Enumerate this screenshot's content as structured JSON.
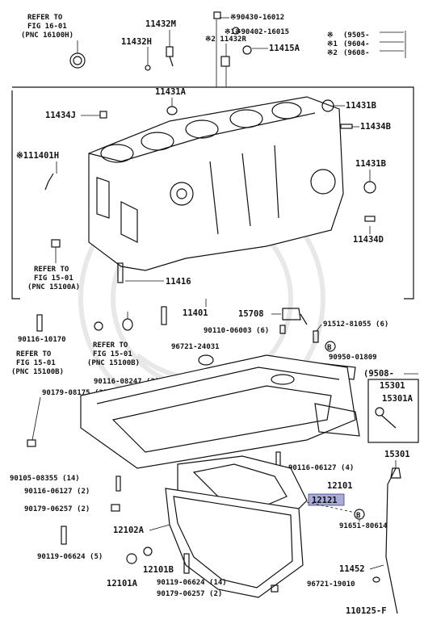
{
  "diagram": {
    "ref_16": [
      "REFER TO",
      "FIG 16-01",
      "(PNC 16100H)"
    ],
    "ref_15a": [
      "REFER TO",
      "FIG 15-01",
      "(PNC 15100A)"
    ],
    "ref_15b_left": [
      "REFER TO",
      "FIG 15-01",
      "(PNC 15100B)"
    ],
    "ref_15b_right": [
      "REFER TO",
      "FIG 15-01",
      "(PNC 15100B)"
    ],
    "legend": {
      "rows": [
        {
          "mark": "※",
          "text": "(9505-"
        },
        {
          "mark": "※1",
          "text": "(9604-"
        },
        {
          "mark": "※2",
          "text": "(9608-"
        }
      ]
    },
    "top_parts": [
      {
        "key": "p11432m",
        "text": "11432M"
      },
      {
        "key": "p11432h",
        "text": "11432H"
      },
      {
        "key": "p90430",
        "text": "※90430-16012"
      },
      {
        "key": "p90402",
        "text": "※1※90402-16015"
      },
      {
        "key": "p11432r",
        "text": "※2 11432R"
      },
      {
        "key": "p11415a",
        "text": "11415A"
      }
    ],
    "block_parts": [
      {
        "key": "p11431a",
        "text": "11431A"
      },
      {
        "key": "p11431b_1",
        "text": "11431B"
      },
      {
        "key": "p11434j",
        "text": "11434J"
      },
      {
        "key": "p11434b",
        "text": "11434B"
      },
      {
        "key": "p11401h",
        "text": "※111401H"
      },
      {
        "key": "p11431b_2",
        "text": "11431B"
      },
      {
        "key": "p11434d",
        "text": "11434D"
      },
      {
        "key": "p11416",
        "text": "11416"
      }
    ],
    "pan_parts": [
      {
        "key": "p11401",
        "text": "11401"
      },
      {
        "key": "p15708",
        "text": "15708"
      },
      {
        "key": "p90116_10170",
        "text": "90116-10170"
      },
      {
        "key": "p90110_06003",
        "text": "90110-06003 (6)"
      },
      {
        "key": "p91512",
        "text": "91512-81055 (6)"
      },
      {
        "key": "p96721_24031",
        "text": "96721-24031"
      },
      {
        "key": "p90950",
        "text": "90950-01809"
      },
      {
        "key": "p9508",
        "text": "(9508-"
      },
      {
        "key": "p90116_08247",
        "text": "90116-08247 (2)"
      },
      {
        "key": "p15301_box",
        "text": "15301"
      },
      {
        "key": "p15301a",
        "text": "15301A"
      },
      {
        "key": "p90179_08175",
        "text": "90179-08175 (2)"
      },
      {
        "key": "p90105_08355",
        "text": "90105-08355 (14)"
      },
      {
        "key": "p90116_06127_l",
        "text": "90116-06127 (2)"
      },
      {
        "key": "p90116_06127_r",
        "text": "90116-06127 (4)"
      },
      {
        "key": "p15301",
        "text": "15301"
      },
      {
        "key": "p90179_06257_l",
        "text": "90179-06257 (2)"
      },
      {
        "key": "p12101",
        "text": "12101"
      },
      {
        "key": "p12121",
        "text": "12121"
      },
      {
        "key": "p12102a",
        "text": "12102A"
      },
      {
        "key": "p91651",
        "text": "91651-80614"
      },
      {
        "key": "p90119_06624_l",
        "text": "90119-06624 (5)"
      },
      {
        "key": "p12101b",
        "text": "12101B"
      },
      {
        "key": "p11452",
        "text": "11452"
      },
      {
        "key": "p12101a",
        "text": "12101A"
      },
      {
        "key": "p90119_06624_r",
        "text": "90119-06624 (14)"
      },
      {
        "key": "p96721_19010",
        "text": "96721-19010"
      },
      {
        "key": "p90179_06257_r",
        "text": "90179-06257 (2)"
      }
    ],
    "b_marker": "B",
    "highlighted_part": "12121",
    "highlight_color": "#a8acd6",
    "figure_id": "110125-F"
  }
}
